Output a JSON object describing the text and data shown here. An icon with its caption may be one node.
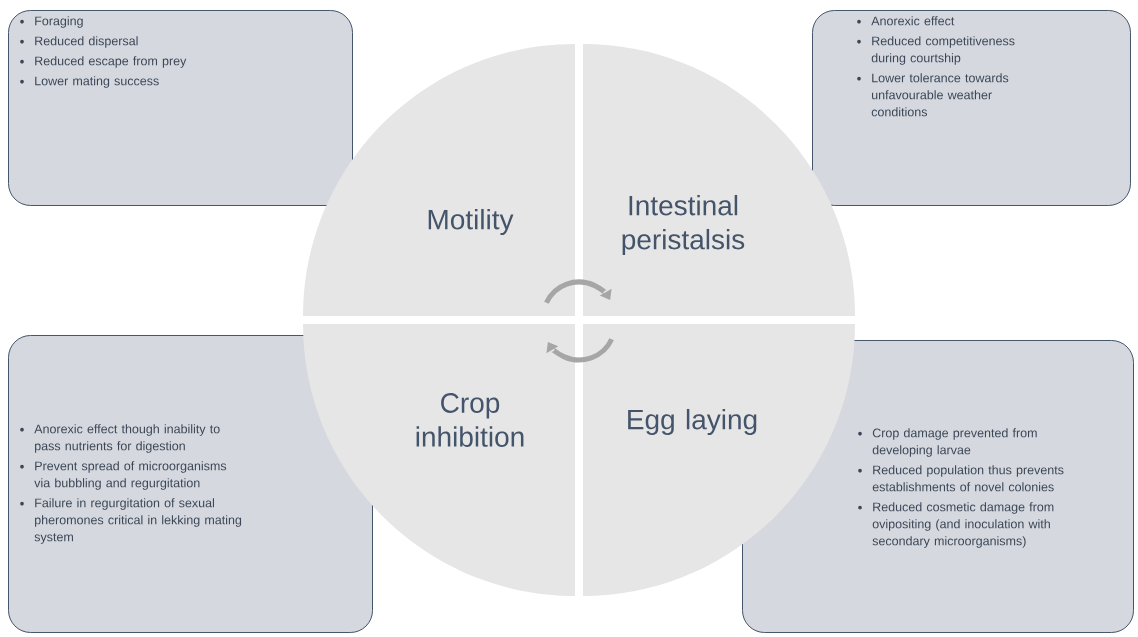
{
  "diagram": {
    "nodes": [
      {
        "text": [
          "Foraging",
          "Reduced dispersal",
          "Reduced escape from prey",
          "Lower mating success"
        ]
      },
      {
        "text": [
          "Anorexic effect",
          "Reduced competitiveness during courtship",
          "Lower tolerance towards unfavourable weather conditions"
        ]
      },
      {
        "text": [
          "Anorexic effect though inability to pass nutrients for digestion",
          "Prevent spread of microorganisms via bubbling and regurgitation",
          "Failure in regurgitation of sexual pheromones critical in lekking mating system"
        ]
      },
      {
        "text": [
          "Crop damage prevented from developing larvae",
          "Reduced population thus prevents establishments of novel colonies",
          "Reduced cosmetic damage from ovipositing (and inoculation with secondary microorganisms)"
        ]
      },
      {
        "text": [
          "Motility"
        ]
      },
      {
        "text": [
          "Intestinal peristalsis"
        ]
      },
      {
        "text": [
          "Crop inhibition"
        ]
      },
      {
        "text": [
          "Egg laying"
        ]
      }
    ]
  }
}
